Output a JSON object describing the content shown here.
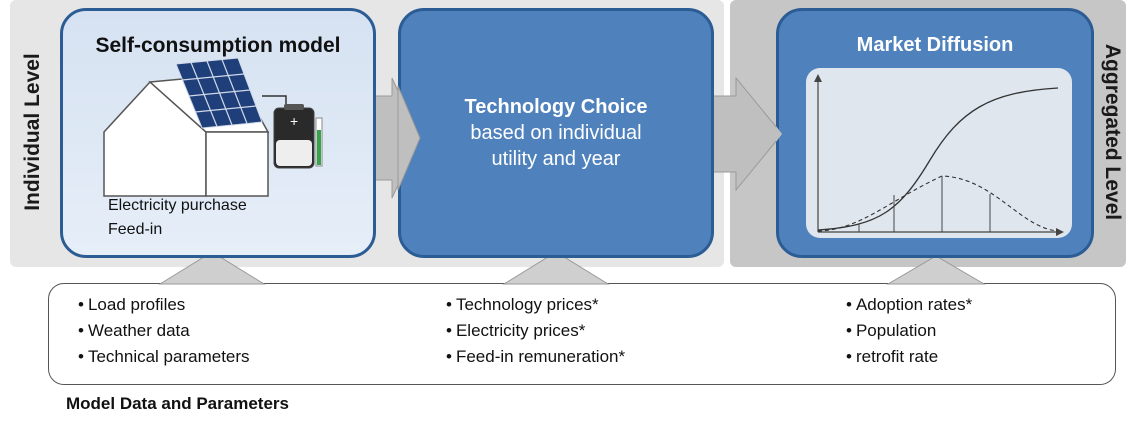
{
  "levels": {
    "left": "Individual Level",
    "right": "Aggregated Level"
  },
  "self_consumption": {
    "title": "Self-consumption model",
    "items": [
      "Electricity purchase",
      "Feed-in"
    ]
  },
  "technology_choice": {
    "title": "Technology Choice",
    "line2": "based on individual",
    "line3": "utility and year"
  },
  "market_diffusion": {
    "title": "Market Diffusion"
  },
  "parameters": {
    "title": "Model Data and Parameters",
    "group1": [
      "Load profiles",
      "Weather data",
      "Technical parameters"
    ],
    "group2": [
      "Technology prices*",
      "Electricity prices*",
      "Feed-in remuneration*"
    ],
    "group3": [
      "Adoption rates*",
      "Population",
      "retrofit rate"
    ]
  },
  "colors": {
    "box_blue": "#4f81bd",
    "box_border": "#2c5c94",
    "panel_light": "#e6e6e6",
    "panel_dark": "#c6c6c6",
    "arrow_gray": "#c0c0c0"
  }
}
